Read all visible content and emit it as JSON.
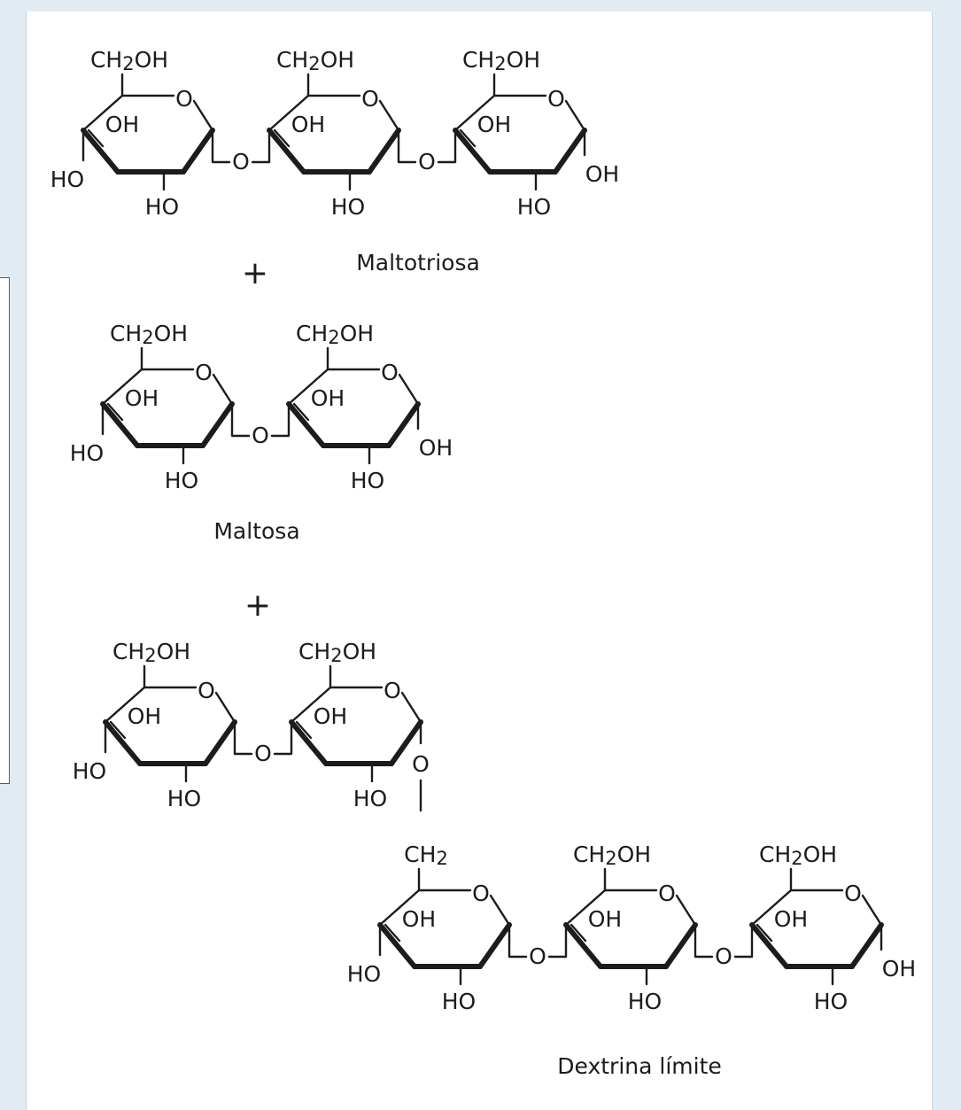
{
  "labels": {
    "ch2oh": "CH2OH",
    "ch2": "CH2",
    "ring_o": "O",
    "bridge_o": "O",
    "oh": "OH",
    "ho": "HO",
    "plus": "+"
  },
  "molecules": [
    {
      "name": "Maltotriosa",
      "rings": 3
    },
    {
      "name": "Maltosa",
      "rings": 2
    },
    {
      "name": "Dextrina límite",
      "rings": 5
    }
  ],
  "colors": {
    "background": "#e1ebf3",
    "panel": "#ffffff",
    "ink": "#1c1c1c"
  }
}
